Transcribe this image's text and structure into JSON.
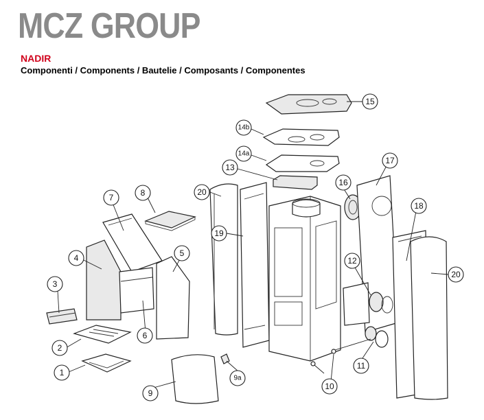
{
  "header": {
    "brand": "MCZ GROUP",
    "model": "NADIR",
    "subtitle": "Componenti / Components / Bautelie / Composants / Componentes"
  },
  "colors": {
    "brand_gray": "#8a8a8a",
    "model_red": "#d0021b"
  },
  "callouts": {
    "c1": "1",
    "c2": "2",
    "c3": "3",
    "c4": "4",
    "c5": "5",
    "c6": "6",
    "c7": "7",
    "c8": "8",
    "c9": "9",
    "c9a": "9a",
    "c10": "10",
    "c11": "11",
    "c12": "12",
    "c13": "13",
    "c14a": "14a",
    "c14b": "14b",
    "c15": "15",
    "c16": "16",
    "c17": "17",
    "c18": "18",
    "c19": "19",
    "c20a": "20",
    "c20b": "20"
  }
}
